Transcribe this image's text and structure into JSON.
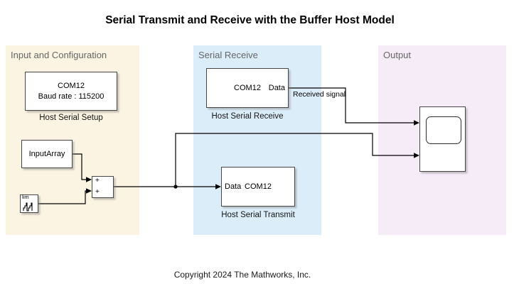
{
  "title": "Serial Transmit and Receive with the Buffer Host Model",
  "copyright": "Copyright 2024 The Mathworks, Inc.",
  "regions": {
    "input": {
      "label": "Input and Configuration",
      "bg": "#FCF4E3"
    },
    "receive": {
      "label": "Serial Receive",
      "bg": "#DCEDFA"
    },
    "output": {
      "label": "Output",
      "bg": "#F6ECF8"
    }
  },
  "blocks": {
    "host_serial_setup": {
      "line1": "COM12",
      "line2": "Baud rate : 115200",
      "caption": "Host Serial Setup"
    },
    "input_array": {
      "text": "InputArray"
    },
    "counter_limited": {
      "icon_text": "lim"
    },
    "sum": {
      "plus_top": "+",
      "plus_bottom": "+"
    },
    "host_serial_receive": {
      "text": "COM12",
      "out_port": "Data",
      "caption": "Host Serial Receive"
    },
    "host_serial_transmit": {
      "in_port": "Data",
      "text": "COM12",
      "caption": "Host Serial Transmit"
    }
  },
  "signal_labels": {
    "received": "Received signal"
  },
  "colors": {
    "wire": "#000000",
    "block_border": "#474747",
    "region_label": "#666666"
  }
}
